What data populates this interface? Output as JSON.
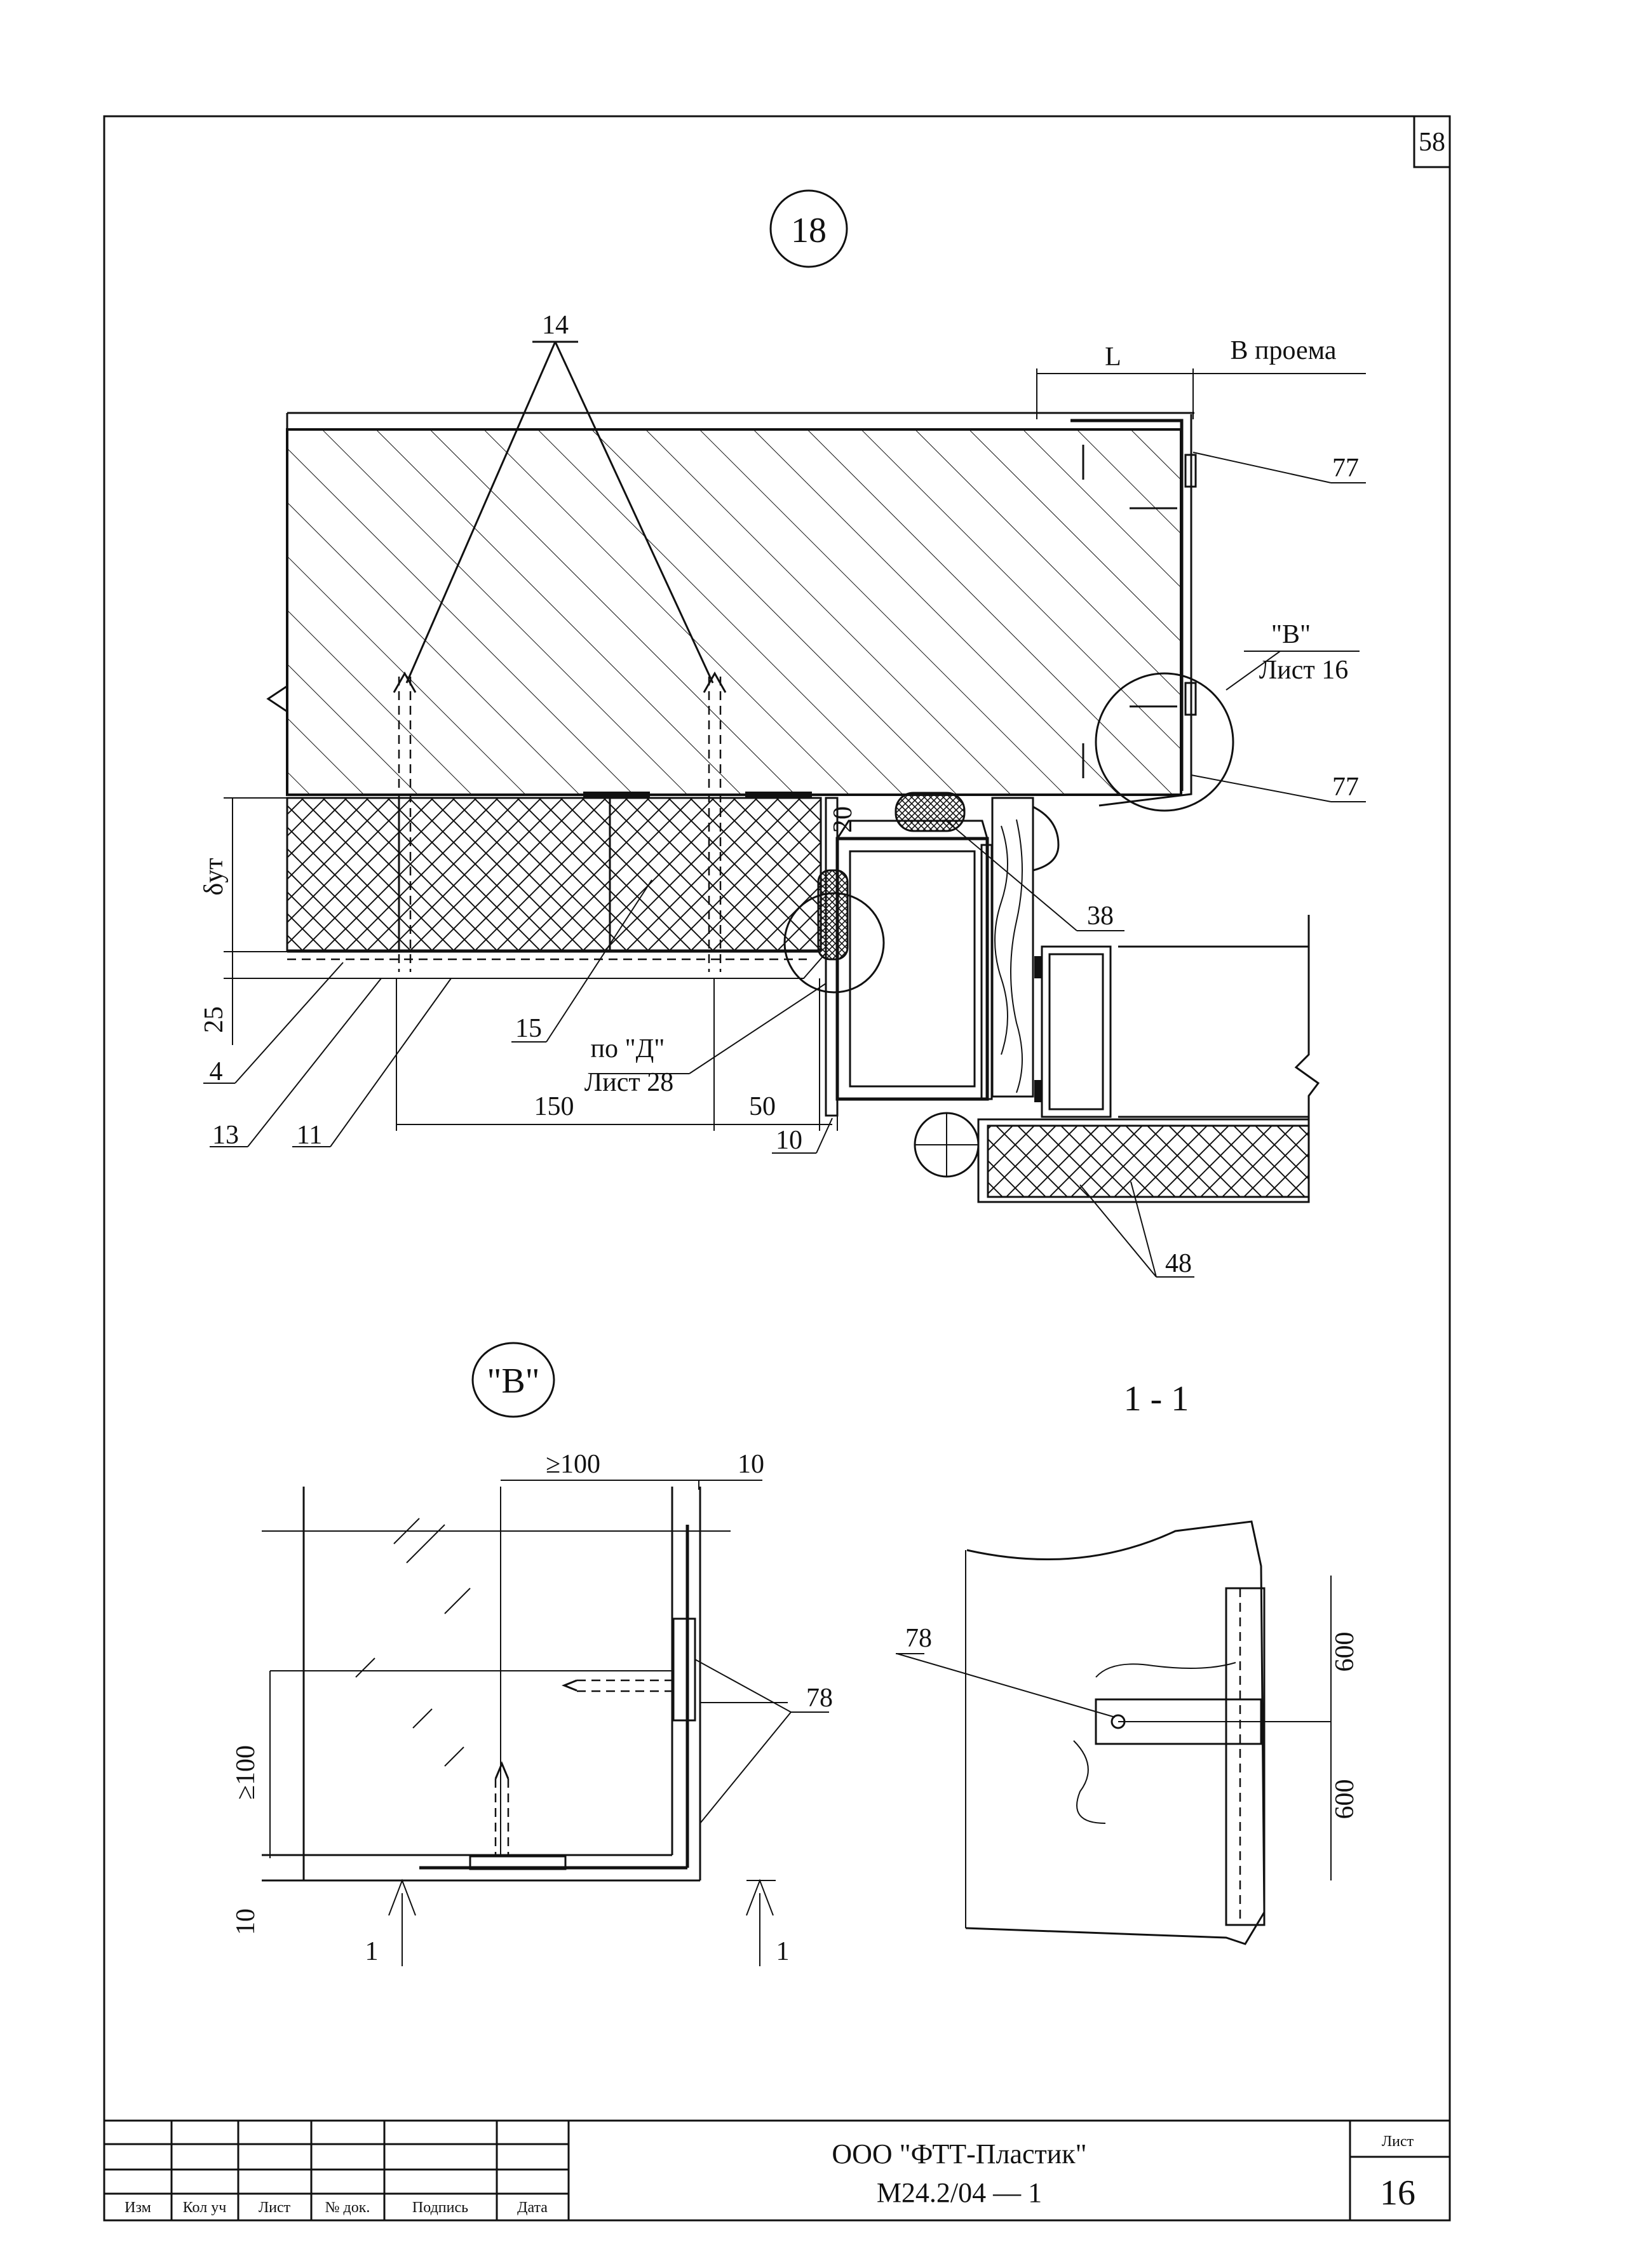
{
  "sheet_corner_number": "58",
  "detail_callout": "18",
  "opening_label": "В проема",
  "dimension_L": "L",
  "dim_delta": "δут",
  "dim_25": "25",
  "dim_20": "20",
  "dim_150": "150",
  "dim_50": "50",
  "dim_10": "10",
  "ref_B_top": "\"В\"",
  "ref_B_sheet": "Лист 16",
  "ref_D_top": "по \"Д\"",
  "ref_D_sheet": "Лист 28",
  "pos": {
    "p14": "14",
    "p77a": "77",
    "p77b": "77",
    "p38": "38",
    "p15": "15",
    "p4": "4",
    "p13": "13",
    "p11": "11",
    "p48": "48",
    "p78a": "78",
    "p78b": "78"
  },
  "view_B_title": "\"В\"",
  "section_title": "1 - 1",
  "detail_B_dims": {
    "min100_h": "≥100",
    "d10_h": "10",
    "min100_v": "≥100",
    "d10_v": "10"
  },
  "section_marks": {
    "left": "1",
    "right": "1"
  },
  "section_dims": {
    "upper": "600",
    "lower": "600"
  },
  "title_block": {
    "company": "ООО \"ФТТ-Пластик\"",
    "doc_code": "М24.2/04 — 1",
    "sheet_label": "Лист",
    "sheet_number": "16",
    "columns": [
      "Изм",
      "Кол уч",
      "Лист",
      "№ док.",
      "Подпись",
      "Дата"
    ]
  }
}
